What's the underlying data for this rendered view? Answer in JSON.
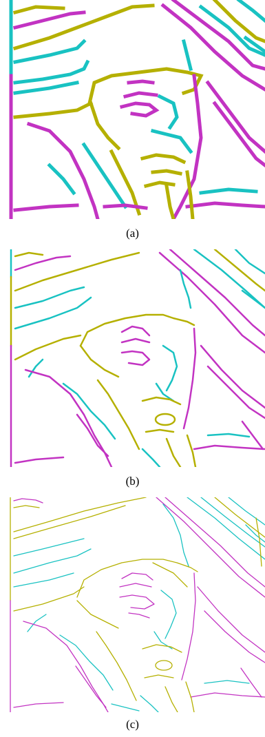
{
  "figure": {
    "panels": [
      {
        "caption": "(a)"
      },
      {
        "caption": "(b)"
      },
      {
        "caption": "(c)"
      }
    ]
  },
  "colors": {
    "olive": "#b5b000",
    "cyan": "#19c2c2",
    "magenta": "#c233c2"
  }
}
